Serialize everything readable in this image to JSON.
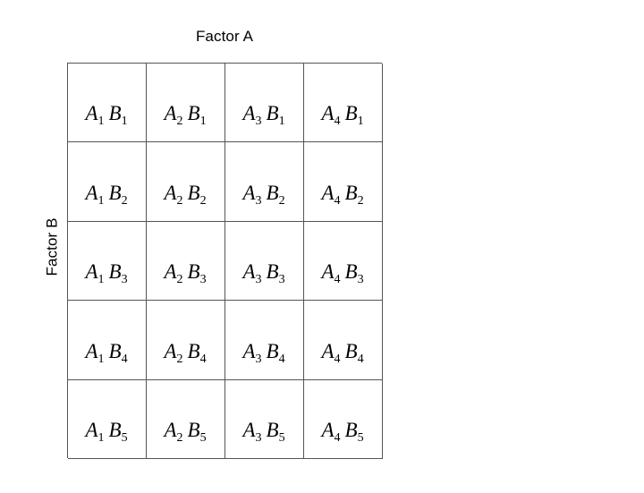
{
  "figure": {
    "type": "factorial-design-grid",
    "background_color": "#ffffff",
    "border_color": "#555555",
    "text_color": "#000000",
    "column_axis_title": "Factor A",
    "row_axis_title": "Factor B",
    "n_columns": 4,
    "n_rows": 5,
    "column_levels": [
      "A1",
      "A2",
      "A3",
      "A4"
    ],
    "row_levels": [
      "B1",
      "B2",
      "B3",
      "B4",
      "B5"
    ],
    "cells": [
      [
        {
          "a": "A",
          "a_sub": "1",
          "b": "B",
          "b_sub": "1",
          "text": "A1B1"
        },
        {
          "a": "A",
          "a_sub": "2",
          "b": "B",
          "b_sub": "1",
          "text": "A2B1"
        },
        {
          "a": "A",
          "a_sub": "3",
          "b": "B",
          "b_sub": "1",
          "text": "A3B1"
        },
        {
          "a": "A",
          "a_sub": "4",
          "b": "B",
          "b_sub": "1",
          "text": "A4B1"
        }
      ],
      [
        {
          "a": "A",
          "a_sub": "1",
          "b": "B",
          "b_sub": "2",
          "text": "A1B2"
        },
        {
          "a": "A",
          "a_sub": "2",
          "b": "B",
          "b_sub": "2",
          "text": "A2B2"
        },
        {
          "a": "A",
          "a_sub": "3",
          "b": "B",
          "b_sub": "2",
          "text": "A3B2"
        },
        {
          "a": "A",
          "a_sub": "4",
          "b": "B",
          "b_sub": "2",
          "text": "A4B2"
        }
      ],
      [
        {
          "a": "A",
          "a_sub": "1",
          "b": "B",
          "b_sub": "3",
          "text": "A1B3"
        },
        {
          "a": "A",
          "a_sub": "2",
          "b": "B",
          "b_sub": "3",
          "text": "A2B3"
        },
        {
          "a": "A",
          "a_sub": "3",
          "b": "B",
          "b_sub": "3",
          "text": "A3B3"
        },
        {
          "a": "A",
          "a_sub": "4",
          "b": "B",
          "b_sub": "3",
          "text": "A4B3"
        }
      ],
      [
        {
          "a": "A",
          "a_sub": "1",
          "b": "B",
          "b_sub": "4",
          "text": "A1B4"
        },
        {
          "a": "A",
          "a_sub": "2",
          "b": "B",
          "b_sub": "4",
          "text": "A2B4"
        },
        {
          "a": "A",
          "a_sub": "3",
          "b": "B",
          "b_sub": "4",
          "text": "A3B4"
        },
        {
          "a": "A",
          "a_sub": "4",
          "b": "B",
          "b_sub": "4",
          "text": "A4B4"
        }
      ],
      [
        {
          "a": "A",
          "a_sub": "1",
          "b": "B",
          "b_sub": "5",
          "text": "A1B5"
        },
        {
          "a": "A",
          "a_sub": "2",
          "b": "B",
          "b_sub": "5",
          "text": "A2B5"
        },
        {
          "a": "A",
          "a_sub": "3",
          "b": "B",
          "b_sub": "5",
          "text": "A3B5"
        },
        {
          "a": "A",
          "a_sub": "4",
          "b": "B",
          "b_sub": "5",
          "text": "A4B5"
        }
      ]
    ]
  }
}
